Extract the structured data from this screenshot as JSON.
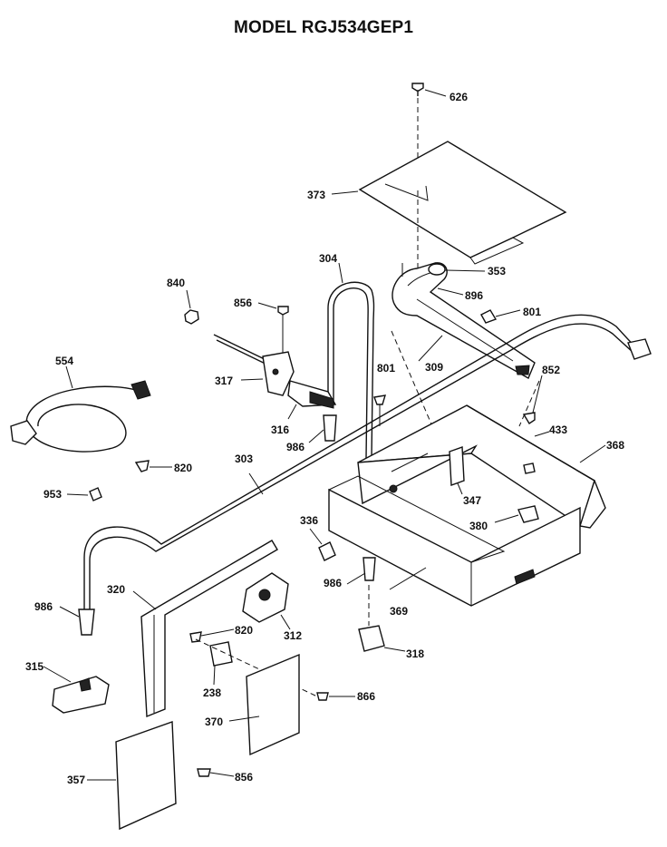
{
  "title": "MODEL RGJ534GEP1",
  "parts": {
    "p626": "626",
    "p373": "373",
    "p304": "304",
    "p353": "353",
    "p840": "840",
    "p856": "856",
    "p896": "896",
    "p801a": "801",
    "p309": "309",
    "p554": "554",
    "p317": "317",
    "p801b": "801",
    "p852": "852",
    "p316": "316",
    "p986a": "986",
    "p433": "433",
    "p368": "368",
    "p820a": "820",
    "p303": "303",
    "p953": "953",
    "p347": "347",
    "p380": "380",
    "p336": "336",
    "p986b": "986",
    "p986c": "986",
    "p369": "369",
    "p320": "320",
    "p312": "312",
    "p820b": "820",
    "p318": "318",
    "p315": "315",
    "p238": "238",
    "p866": "866",
    "p370": "370",
    "p357": "357",
    "p856b": "856"
  }
}
